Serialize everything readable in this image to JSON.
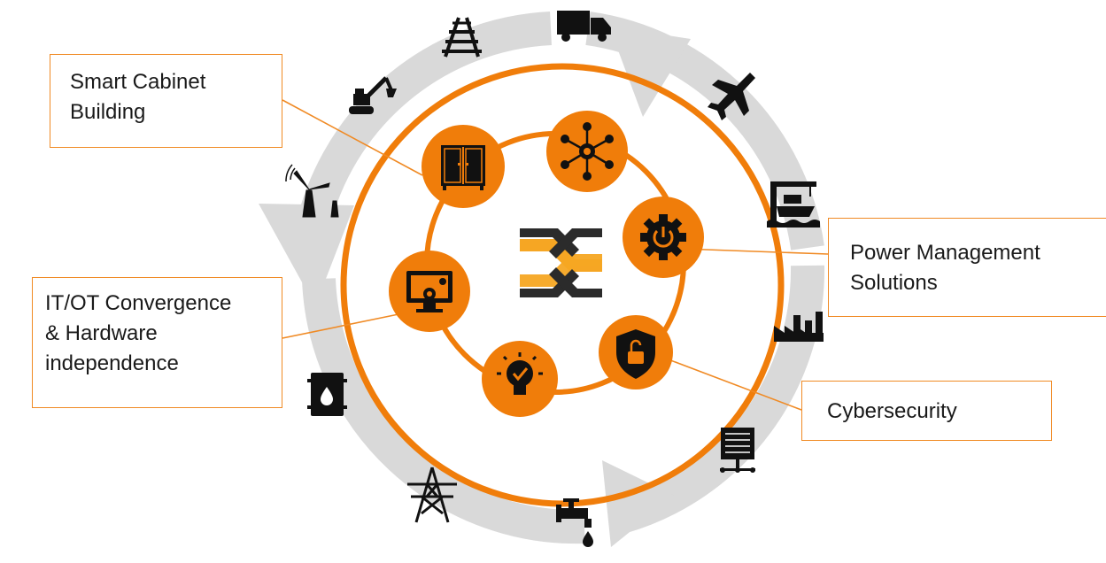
{
  "labels": {
    "smart_cabinet": "Smart Cabinet\nBuilding",
    "power_management": "Power Management\nSolutions",
    "it_ot": "IT/OT Convergence\n& Hardware\nindependence",
    "cybersecurity": "Cybersecurity"
  },
  "colors": {
    "accent": "#f07d0a",
    "leader_line": "#f08a24",
    "cycle_arrow": "#d9d9d9",
    "icon_dark": "#111111",
    "logo_dark": "#2b2b2b",
    "logo_light": "#f6a623"
  },
  "icons": {
    "center_logo": "crossing-arrows-logo",
    "capabilities": [
      "cabinet-icon",
      "iot-network-icon",
      "gear-power-icon",
      "shield-lock-icon",
      "lightbulb-check-icon",
      "monitor-gear-icon"
    ],
    "industries": [
      "truck-icon",
      "airplane-icon",
      "port-crane-ship-icon",
      "factory-icon",
      "server-rack-icon",
      "water-tap-icon",
      "power-pylon-icon",
      "oil-barrel-icon",
      "wind-turbine-icon",
      "excavator-icon",
      "railway-track-icon"
    ]
  }
}
